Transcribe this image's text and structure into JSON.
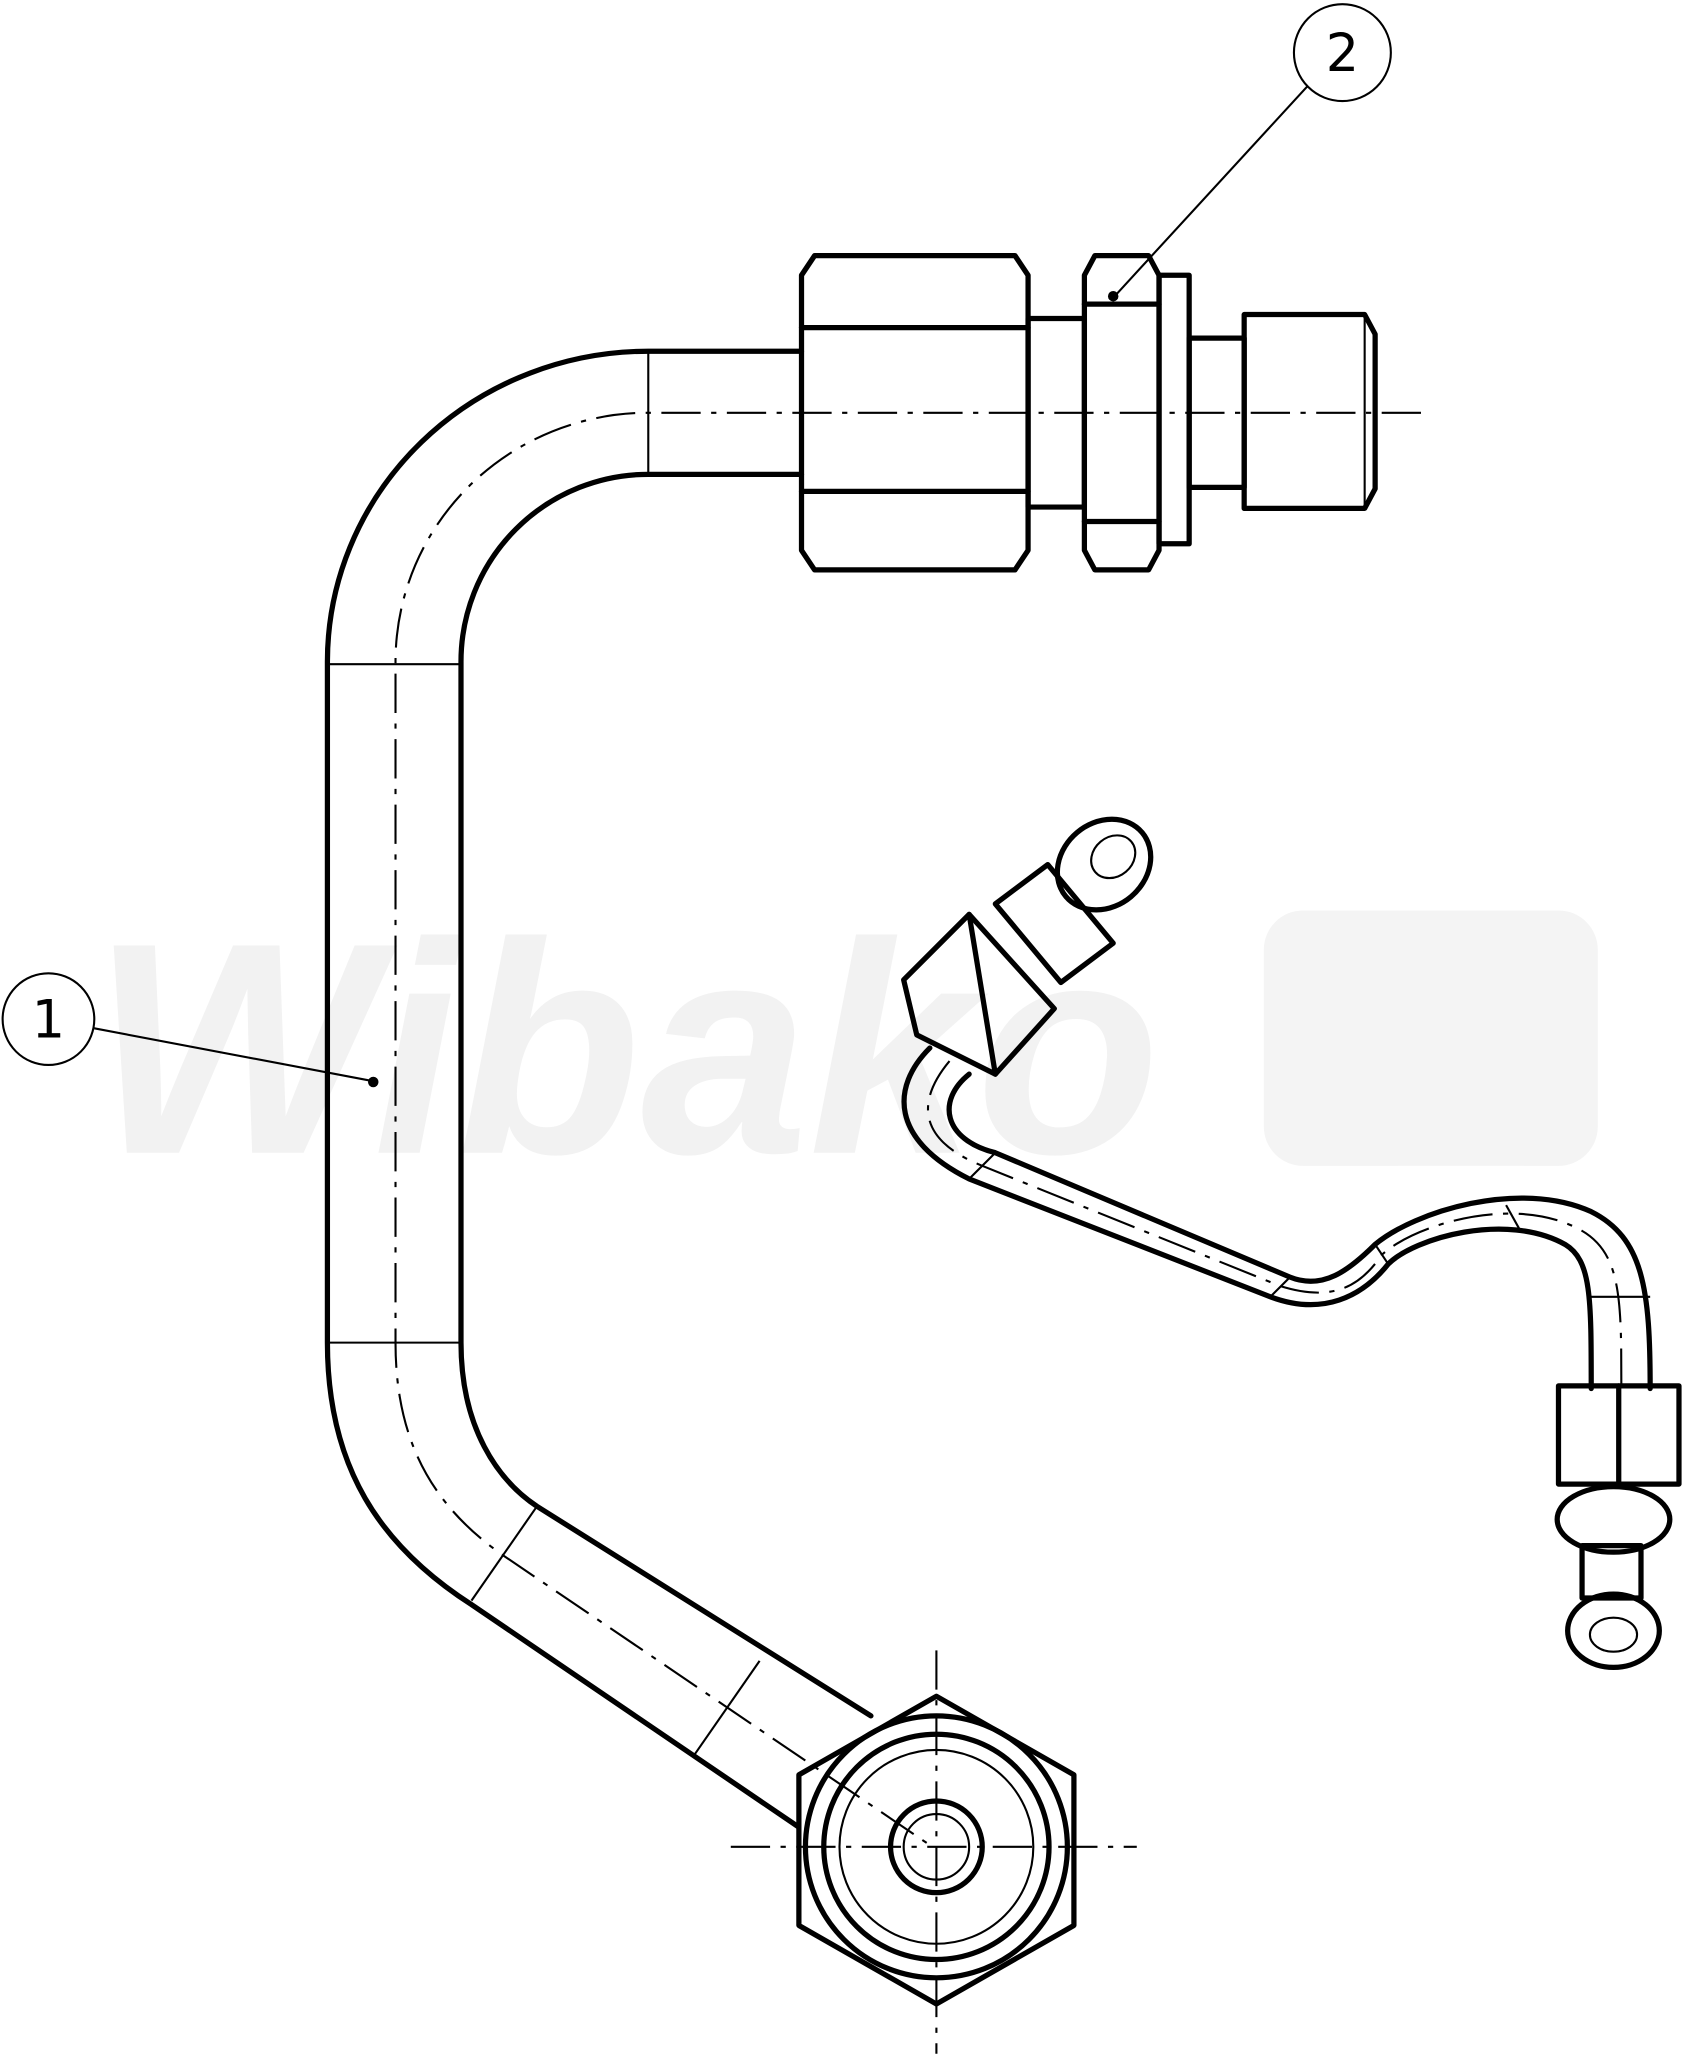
{
  "drawing": {
    "watermark": "Wibako",
    "callouts": [
      {
        "label": "1",
        "part": "pipe"
      },
      {
        "label": "2",
        "part": "bulkhead-fitting"
      }
    ]
  }
}
